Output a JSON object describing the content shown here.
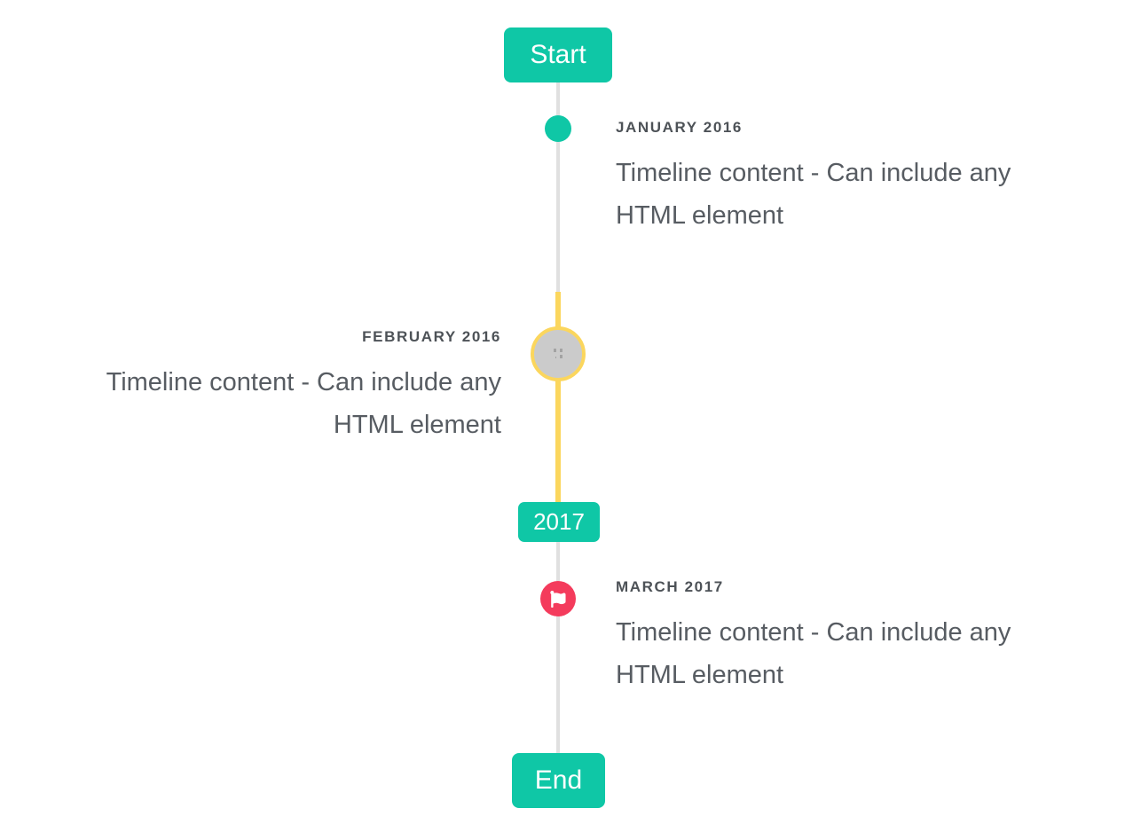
{
  "colors": {
    "accent": "#0fc7a6",
    "on_accent": "#ffffff",
    "highlight": "#fbd65d",
    "flag_red": "#f43b5c",
    "line_gray": "#e0e0e0",
    "circle_gray": "#cbcbcb",
    "glyph_gray": "#a3a3a3",
    "date_text": "#4d5257",
    "content_text": "#575c62",
    "background": "#ffffff"
  },
  "timeline": {
    "start_label": "Start",
    "year_badge": "2017",
    "end_label": "End",
    "items": [
      {
        "date": "JANUARY 2016",
        "content": "Timeline content - Can include any HTML element",
        "side": "right",
        "marker": "teal-dot"
      },
      {
        "date": "FEBRUARY 2016",
        "content": "Timeline content - Can include any HTML element",
        "side": "left",
        "marker": "gray-circle-yellow-ring"
      },
      {
        "date": "MARCH 2017",
        "content": "Timeline content - Can include any HTML element",
        "side": "right",
        "marker": "red-flag-circle"
      }
    ]
  },
  "icons": {
    "flag": "flag-icon",
    "broken_image": "broken-image-icon"
  }
}
